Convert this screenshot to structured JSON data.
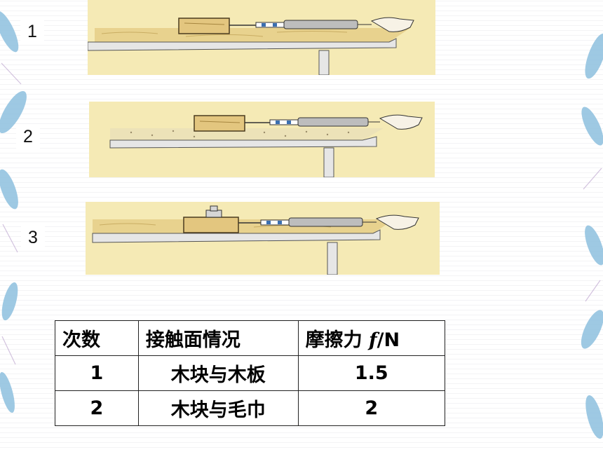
{
  "figures": [
    {
      "label": "1",
      "surface": "wood-board"
    },
    {
      "label": "2",
      "surface": "towel"
    },
    {
      "label": "3",
      "surface": "wood-board-with-weight"
    }
  ],
  "table": {
    "headers": {
      "trial": "次数",
      "surface": "接触面情况",
      "friction_prefix": "摩擦力 ",
      "friction_symbol": "f",
      "friction_unit": "/N"
    },
    "rows": [
      {
        "trial": "1",
        "surface": "木块与木板",
        "friction": "1.5"
      },
      {
        "trial": "2",
        "surface": "木块与毛巾",
        "friction": "2"
      }
    ]
  },
  "colors": {
    "scene_bg": "#f5eab5",
    "wood": "#e8d28e",
    "feather_blue": "#7fb3d6",
    "table_border": "#222222"
  }
}
